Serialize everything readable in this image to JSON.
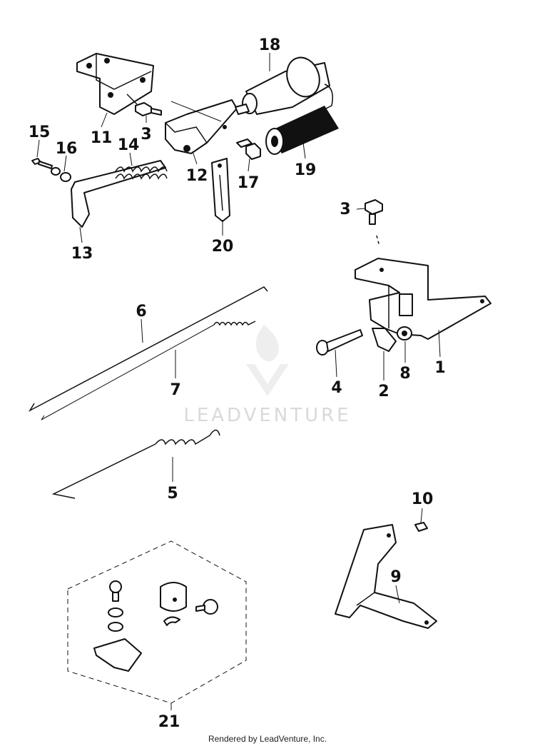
{
  "labels": {
    "p1": "1",
    "p2": "2",
    "p3a": "3",
    "p3b": "3",
    "p4": "4",
    "p5": "5",
    "p6": "6",
    "p7": "7",
    "p8": "8",
    "p9": "9",
    "p10": "10",
    "p11": "11",
    "p12": "12",
    "p13": "13",
    "p14": "14",
    "p15": "15",
    "p16": "16",
    "p17": "17",
    "p18": "18",
    "p19": "19",
    "p20": "20",
    "p21": "21"
  },
  "watermark": "LEADVENTURE",
  "footer": "Rendered by LeadVenture, Inc."
}
